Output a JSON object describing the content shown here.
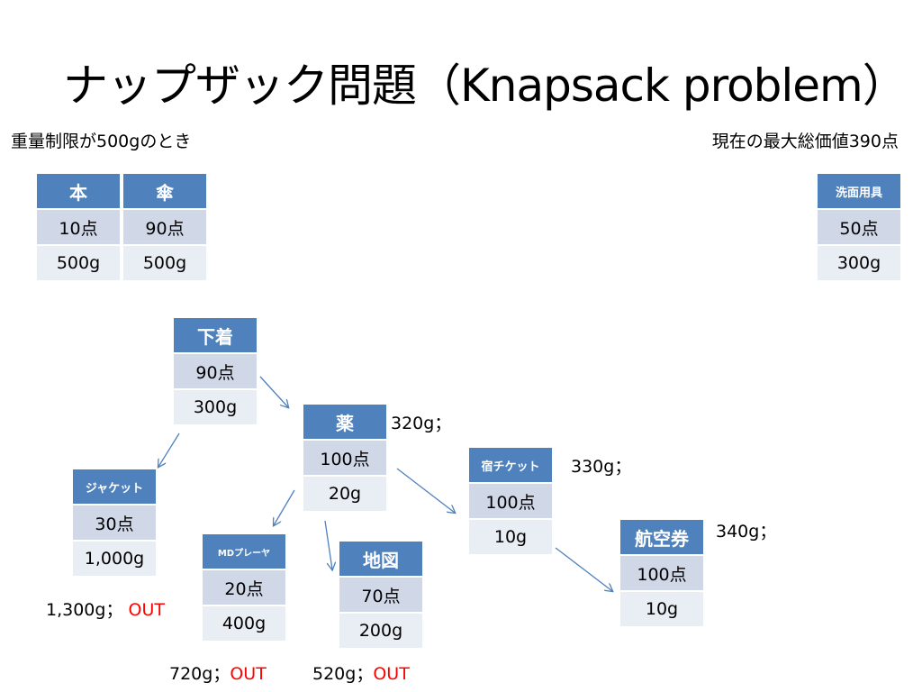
{
  "title": "ナップザック問題（Knapsack problem）",
  "subtitle_left": "重量制限が500gのとき",
  "subtitle_right": "現在の最大総価値390点",
  "cards": {
    "hon": {
      "name": "本",
      "value": "10点",
      "weight": "500g"
    },
    "kasa": {
      "name": "傘",
      "value": "90点",
      "weight": "500g"
    },
    "senmen": {
      "name": "洗面用具",
      "value": "50点",
      "weight": "300g"
    },
    "shitagi": {
      "name": "下着",
      "value": "90点",
      "weight": "300g"
    },
    "kusuri": {
      "name": "薬",
      "value": "100点",
      "weight": "20g"
    },
    "jacket": {
      "name": "ジャケット",
      "value": "30点",
      "weight": "1,000g"
    },
    "yado": {
      "name": "宿チケット",
      "value": "100点",
      "weight": "10g"
    },
    "md": {
      "name": "MDプレーヤ",
      "value": "20点",
      "weight": "400g"
    },
    "chizu": {
      "name": "地図",
      "value": "70点",
      "weight": "200g"
    },
    "koku": {
      "name": "航空券",
      "value": "100点",
      "weight": "10g"
    }
  },
  "notes": {
    "kusuri": "320g；",
    "yado": "330g；",
    "koku": "340g；",
    "jacket": {
      "weight": "1,300g；",
      "status": "OUT"
    },
    "md": {
      "weight": "720g；",
      "status": "OUT"
    },
    "chizu": {
      "weight": "520g；",
      "status": "OUT"
    }
  },
  "colors": {
    "header": "#4f81bd",
    "row1": "#d0d8e8",
    "row2": "#e9edf4",
    "arrow": "#4f81bd",
    "out": "#ff0000"
  }
}
